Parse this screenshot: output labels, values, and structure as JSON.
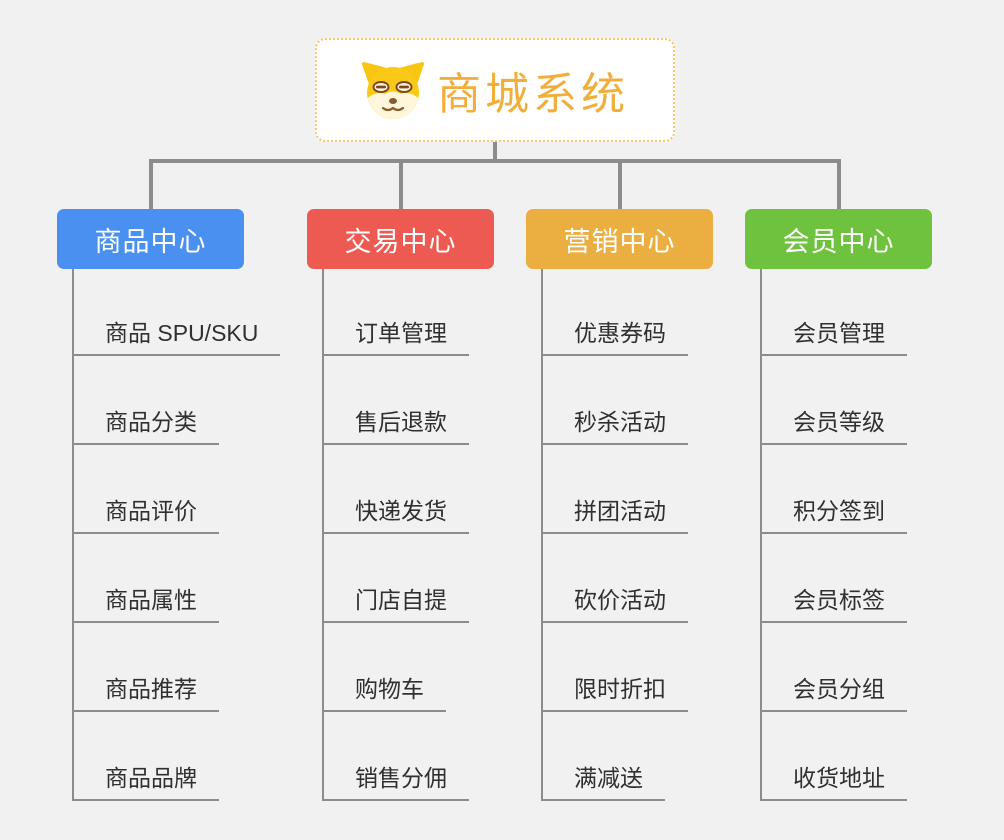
{
  "root": {
    "title": "商城系统",
    "icon": "doge-icon",
    "title_color": "#f2ae3b",
    "border_color": "#f6c56f"
  },
  "connector_color": "#8c8c8c",
  "branches": [
    {
      "label": "商品中心",
      "color": "#4a90f0",
      "items": [
        "商品 SPU/SKU",
        "商品分类",
        "商品评价",
        "商品属性",
        "商品推荐",
        "商品品牌"
      ]
    },
    {
      "label": "交易中心",
      "color": "#ed5a52",
      "items": [
        "订单管理",
        "售后退款",
        "快递发货",
        "门店自提",
        "购物车",
        "销售分佣"
      ]
    },
    {
      "label": "营销中心",
      "color": "#ebae41",
      "items": [
        "优惠券码",
        "秒杀活动",
        "拼团活动",
        "砍价活动",
        "限时折扣",
        "满减送"
      ]
    },
    {
      "label": "会员中心",
      "color": "#6ec23e",
      "items": [
        "会员管理",
        "会员等级",
        "积分签到",
        "会员标签",
        "会员分组",
        "收货地址"
      ]
    }
  ]
}
